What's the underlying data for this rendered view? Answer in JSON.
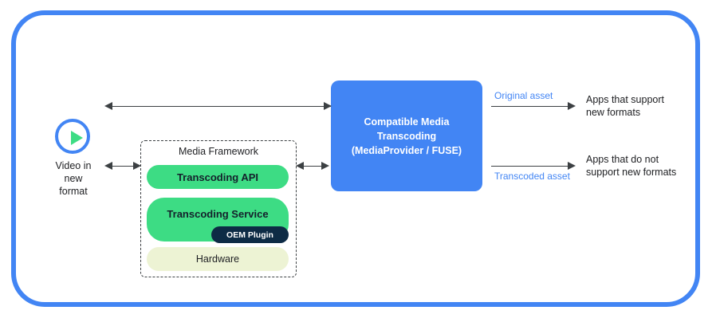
{
  "diagram": {
    "frame_color": "#4285f4",
    "left_source": {
      "icon": "play-circle-icon",
      "label_line1": "Video in",
      "label_line2": "new",
      "label_line3": "format"
    },
    "media_framework": {
      "title": "Media Framework",
      "blocks": [
        {
          "label": "Transcoding API",
          "color": "#3ddc84"
        },
        {
          "label": "Transcoding Service",
          "color": "#3ddc84"
        },
        {
          "label": "OEM Plugin",
          "color": "#0d2b45"
        },
        {
          "label": "Hardware",
          "color": "#edf3d4"
        }
      ]
    },
    "center_box": {
      "line1": "Compatible Media",
      "line2": "Transcoding",
      "line3": "(MediaProvider / FUSE)",
      "color": "#4285f4"
    },
    "outputs": [
      {
        "edge_label": "Original asset",
        "target_line1": "Apps that support",
        "target_line2": "new formats"
      },
      {
        "edge_label": "Transcoded asset",
        "target_line1": "Apps that do not",
        "target_line2": "support new formats"
      }
    ],
    "connectors": [
      {
        "name": "video-to-cmt",
        "type": "double-arrow"
      },
      {
        "name": "video-to-framework",
        "type": "double-arrow"
      },
      {
        "name": "framework-to-cmt",
        "type": "double-arrow"
      },
      {
        "name": "cmt-to-supporting-apps",
        "type": "single-arrow"
      },
      {
        "name": "cmt-to-nonsupporting-apps",
        "type": "single-arrow"
      }
    ]
  }
}
